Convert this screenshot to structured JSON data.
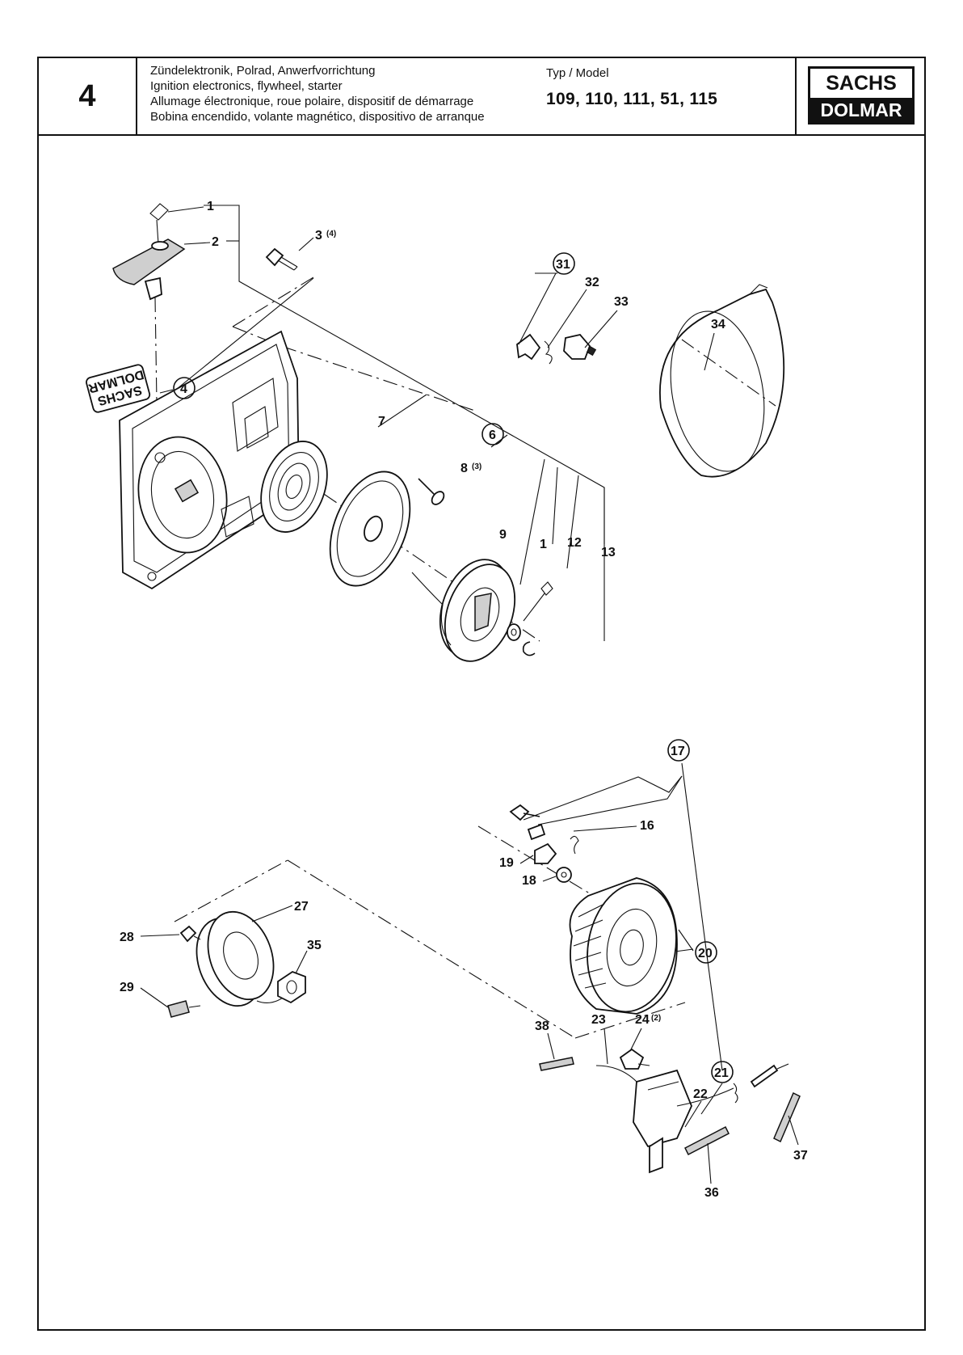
{
  "header": {
    "section_number": "4",
    "titles": [
      "Zündelektronik, Polrad, Anwerfvorrichtung",
      "Ignition electronics, flywheel, starter",
      "Allumage électronique, roue polaire, dispositif de démarrage",
      "Bobina encendido, volante magnético, dispositivo de arranque"
    ],
    "model_label": "Typ / Model",
    "model_value": "109, 110, 111, 51, 115",
    "logo_top": "SACHS",
    "logo_bottom": "DOLMAR"
  },
  "diagram": {
    "cover_decal_lines": [
      "SACHS",
      "DOLMAR"
    ],
    "part_labels": {
      "p1a": "1",
      "p2": "2",
      "p3": "3",
      "p3q": "(4)",
      "p4": "4",
      "p6": "6",
      "p7": "7",
      "p8": "8",
      "p8q": "(3)",
      "p9": "9",
      "p1b": "1",
      "p12": "12",
      "p13": "13",
      "p31": "31",
      "p32": "32",
      "p33": "33",
      "p34": "34",
      "p17": "17",
      "p16": "16",
      "p19": "19",
      "p18": "18",
      "p20": "20",
      "p27": "27",
      "p28": "28",
      "p35": "35",
      "p29": "29",
      "p21": "21",
      "p38": "38",
      "p23": "23",
      "p24": "24",
      "p24q": "(2)",
      "p22": "22",
      "p37": "37",
      "p36": "36"
    }
  }
}
